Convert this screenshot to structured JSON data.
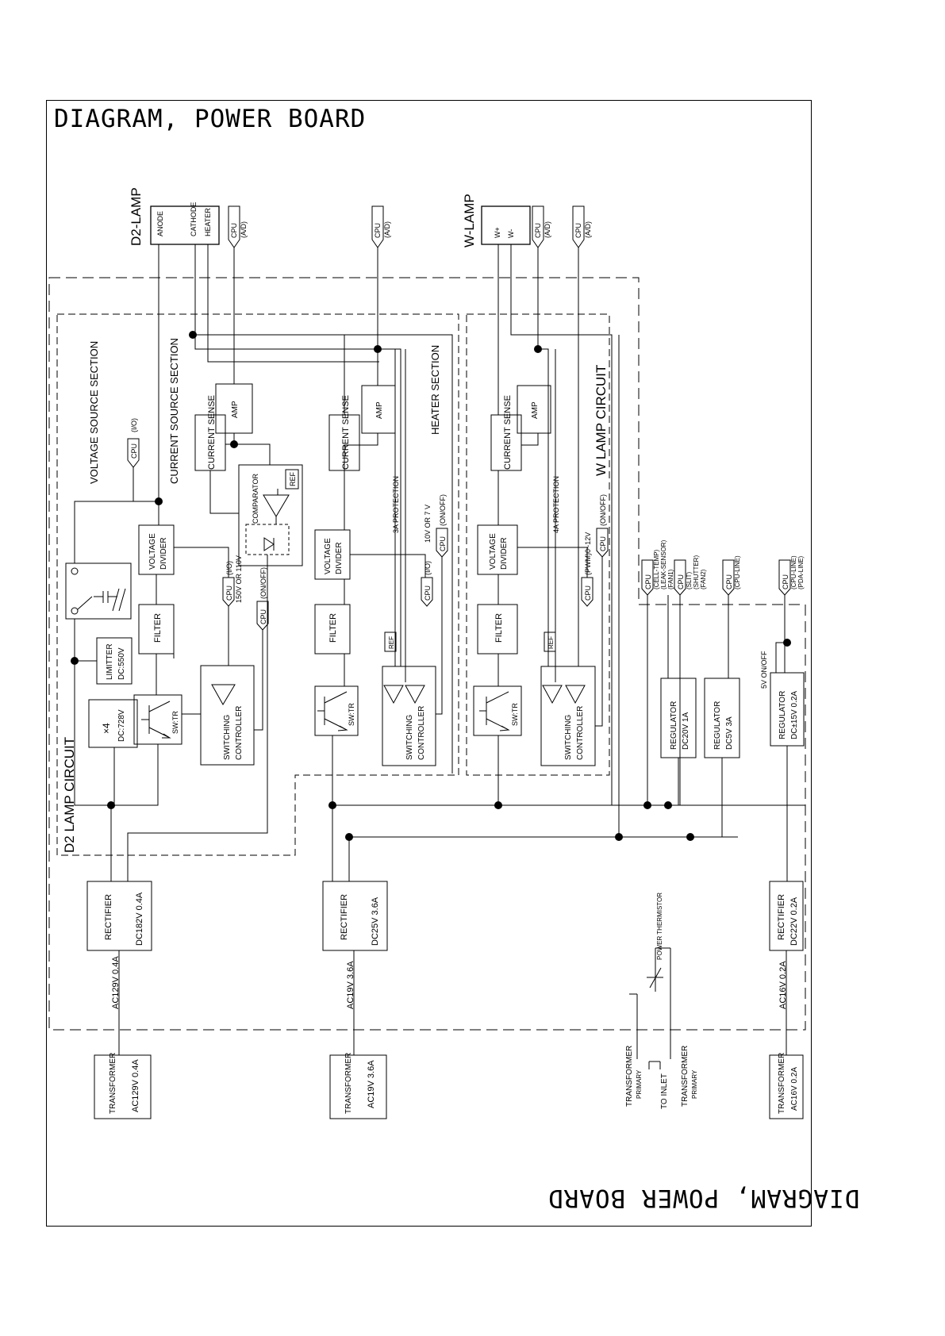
{
  "title": "DIAGRAM, POWER BOARD",
  "title_mirrored": "DIAGRAM, POWER BOARD",
  "lamps": {
    "d2": {
      "name": "D2-LAMP",
      "pins": [
        "ANODE",
        "CATHODE",
        "HEATER"
      ]
    },
    "w": {
      "name": "W-LAMP",
      "pins": [
        "W+",
        "W-"
      ]
    }
  },
  "cpu_label": "CPU",
  "cpu_ad": "(A/D)",
  "sections": {
    "voltage_source": "VOLTAGE SOURCE SECTION",
    "current_source": "CURRENT SOURCE SECTION",
    "heater": "HEATER SECTION",
    "w_lamp_circuit": "W LAMP CIRCUIT",
    "d2_lamp_circuit": "D2 LAMP CIRCUIT"
  },
  "blocks": {
    "amp": "AMP",
    "current_sense": "CURRENT SENSE",
    "comparator": "COMPARATOR",
    "ref": "REF",
    "voltage_divider_1": "VOLTAGE",
    "voltage_divider_2": "DIVIDER",
    "filter": "FILTER",
    "sw_tr": "SW:TR",
    "switching_controller_1": "SWITCHING",
    "switching_controller_2": "CONTROLLER",
    "limitter_1": "LIMITTER",
    "limitter_2": "DC:550V",
    "multiplier_1": "×4",
    "multiplier_2": "DC:728V",
    "rectifier": "RECTIFIER",
    "regulator": "REGULATOR",
    "transformer": "TRANSFORMER"
  },
  "signals": {
    "cpu_io": "(I/O)",
    "cpu_onoff": "(ON/OFF)",
    "v150_110": "150V OR 110V",
    "prot_3a": "3A PROTECTION",
    "v10_7": "10V OR 7 V",
    "prot_4a": "4A PROTECTION",
    "pwm": "(PWM)0~12V",
    "v5_onoff": "5V ON/OFF",
    "cpu_group1": [
      "(CELL-TEMP)",
      "(LEAK-SENSOR)",
      "(FAN1)"
    ],
    "cpu_group2": [
      "(SLIT)",
      "(SHUTTER)",
      "(FAN2)"
    ],
    "cpu_group3": [
      "(CPU-LINE)"
    ],
    "cpu_group4": [
      "(CPU-LINE)",
      "(PDA-LINE)"
    ]
  },
  "rectifiers": [
    {
      "label": "RECTIFIER",
      "dc": "DC182V 0.4A",
      "ac": "AC129V 0.4A"
    },
    {
      "label": "RECTIFIER",
      "dc": "DC25V 3.6A",
      "ac": "AC19V 3.6A"
    },
    {
      "label": "RECTIFIER",
      "dc": "DC22V 0.2A",
      "ac": "AC16V 0.2A"
    }
  ],
  "regulators": [
    {
      "label": "REGULATOR",
      "rating": "DC20V 1A"
    },
    {
      "label": "REGULATOR",
      "rating": "DC5V 3A"
    },
    {
      "label": "REGULATOR",
      "rating": "DC±15V 0.2A"
    }
  ],
  "transformers": [
    {
      "label": "TRANSFORMER",
      "rating": "AC129V 0.4A"
    },
    {
      "label": "TRANSFORMER",
      "rating": "AC19V 3.6A"
    },
    {
      "label": "TRANSFORMER",
      "rating": "AC16V 0.2A"
    }
  ],
  "primary": {
    "thermistor": "POWER THERMISTOR",
    "transformer": "TRANSFORMER",
    "primary": "PRIMARY",
    "inlet": "TO INLET"
  }
}
